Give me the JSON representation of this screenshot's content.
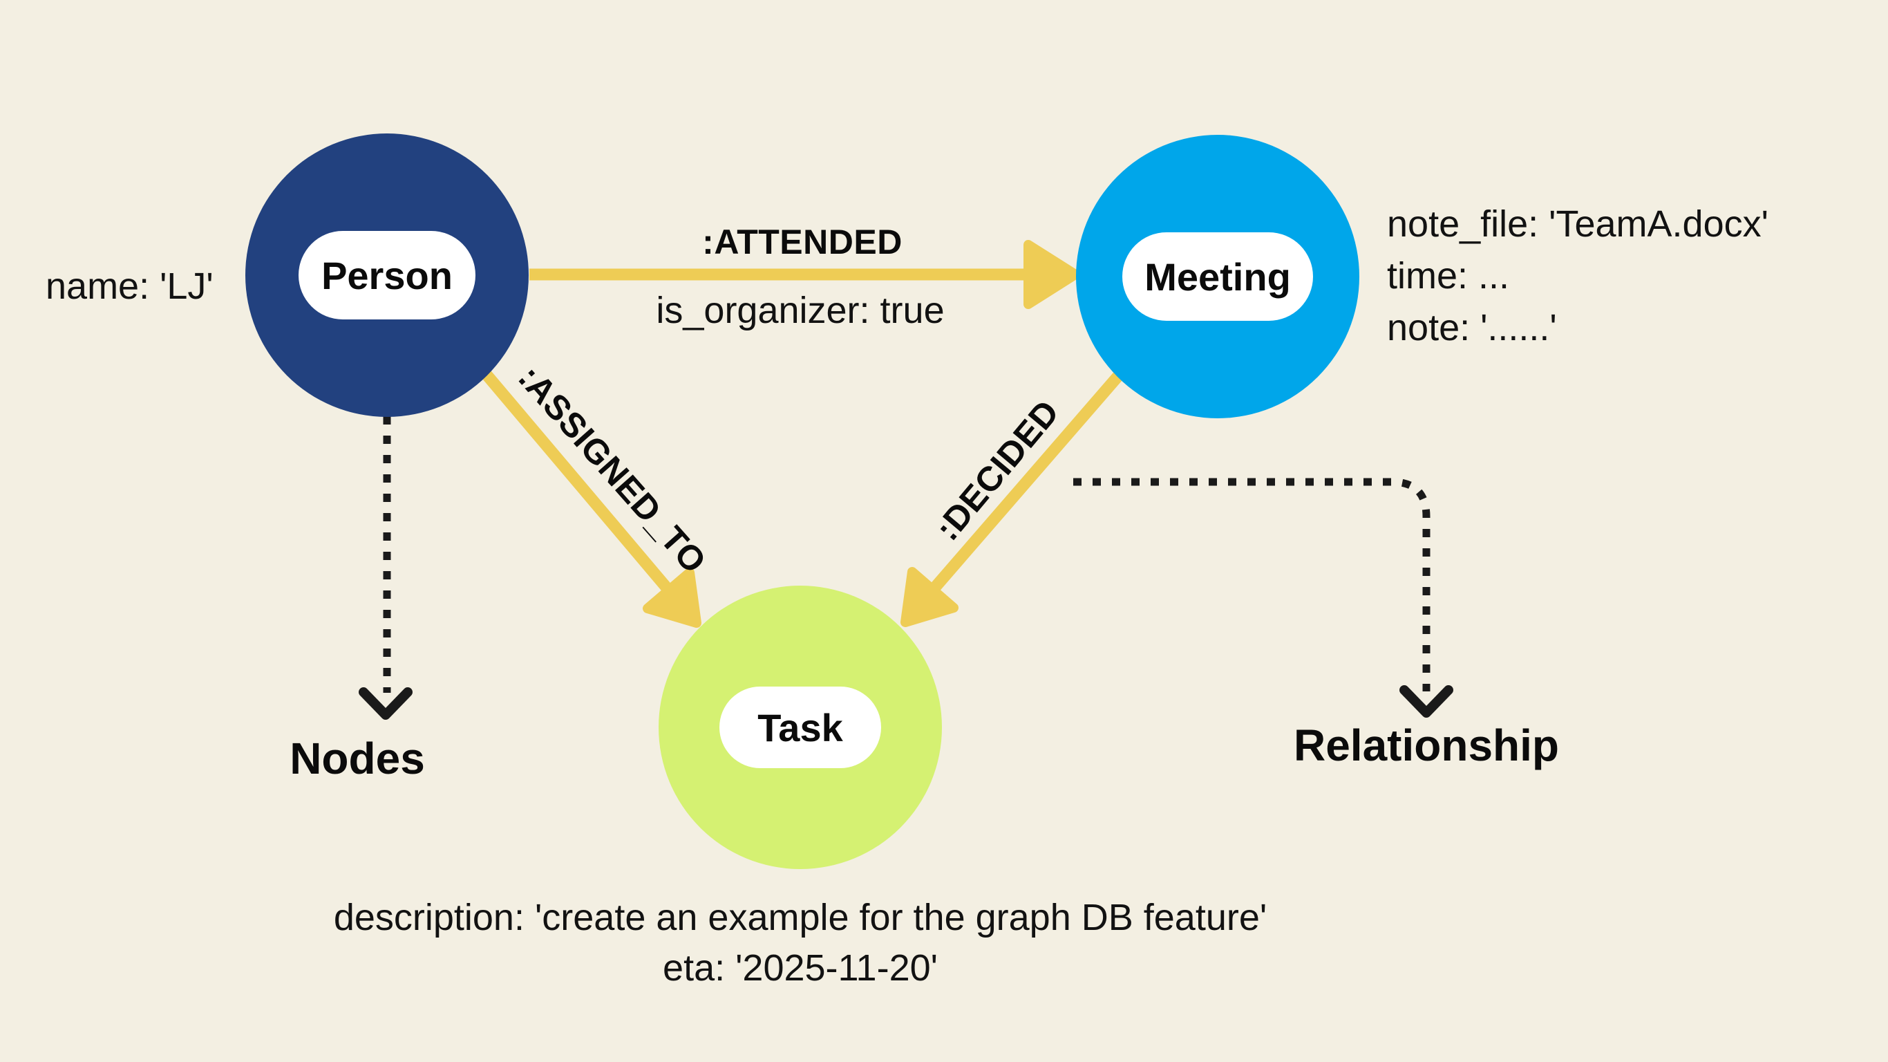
{
  "colors": {
    "background": "#F3EFE2",
    "person_node": "#22417F",
    "meeting_node": "#00A6EA",
    "task_node": "#D5F172",
    "arrow_yellow": "#EECC55",
    "dotted_line": "#1A1A1A",
    "label_pill": "#FFFFFF",
    "text": "#121212"
  },
  "nodes": {
    "person": {
      "label": "Person",
      "property": "name: 'LJ'"
    },
    "meeting": {
      "label": "Meeting",
      "properties": [
        "note_file: 'TeamA.docx'",
        "time: ...",
        "note: '......'"
      ]
    },
    "task": {
      "label": "Task",
      "properties": [
        "description: 'create an example for the graph DB feature'",
        "eta: '2025-11-20'"
      ]
    }
  },
  "relationships": {
    "attended": {
      "label": ":ATTENDED",
      "property": "is_organizer: true"
    },
    "assigned_to": {
      "label": ":ASSIGNED_TO"
    },
    "decided": {
      "label": ":DECIDED"
    }
  },
  "legend": {
    "nodes": "Nodes",
    "relationship": "Relationship"
  }
}
